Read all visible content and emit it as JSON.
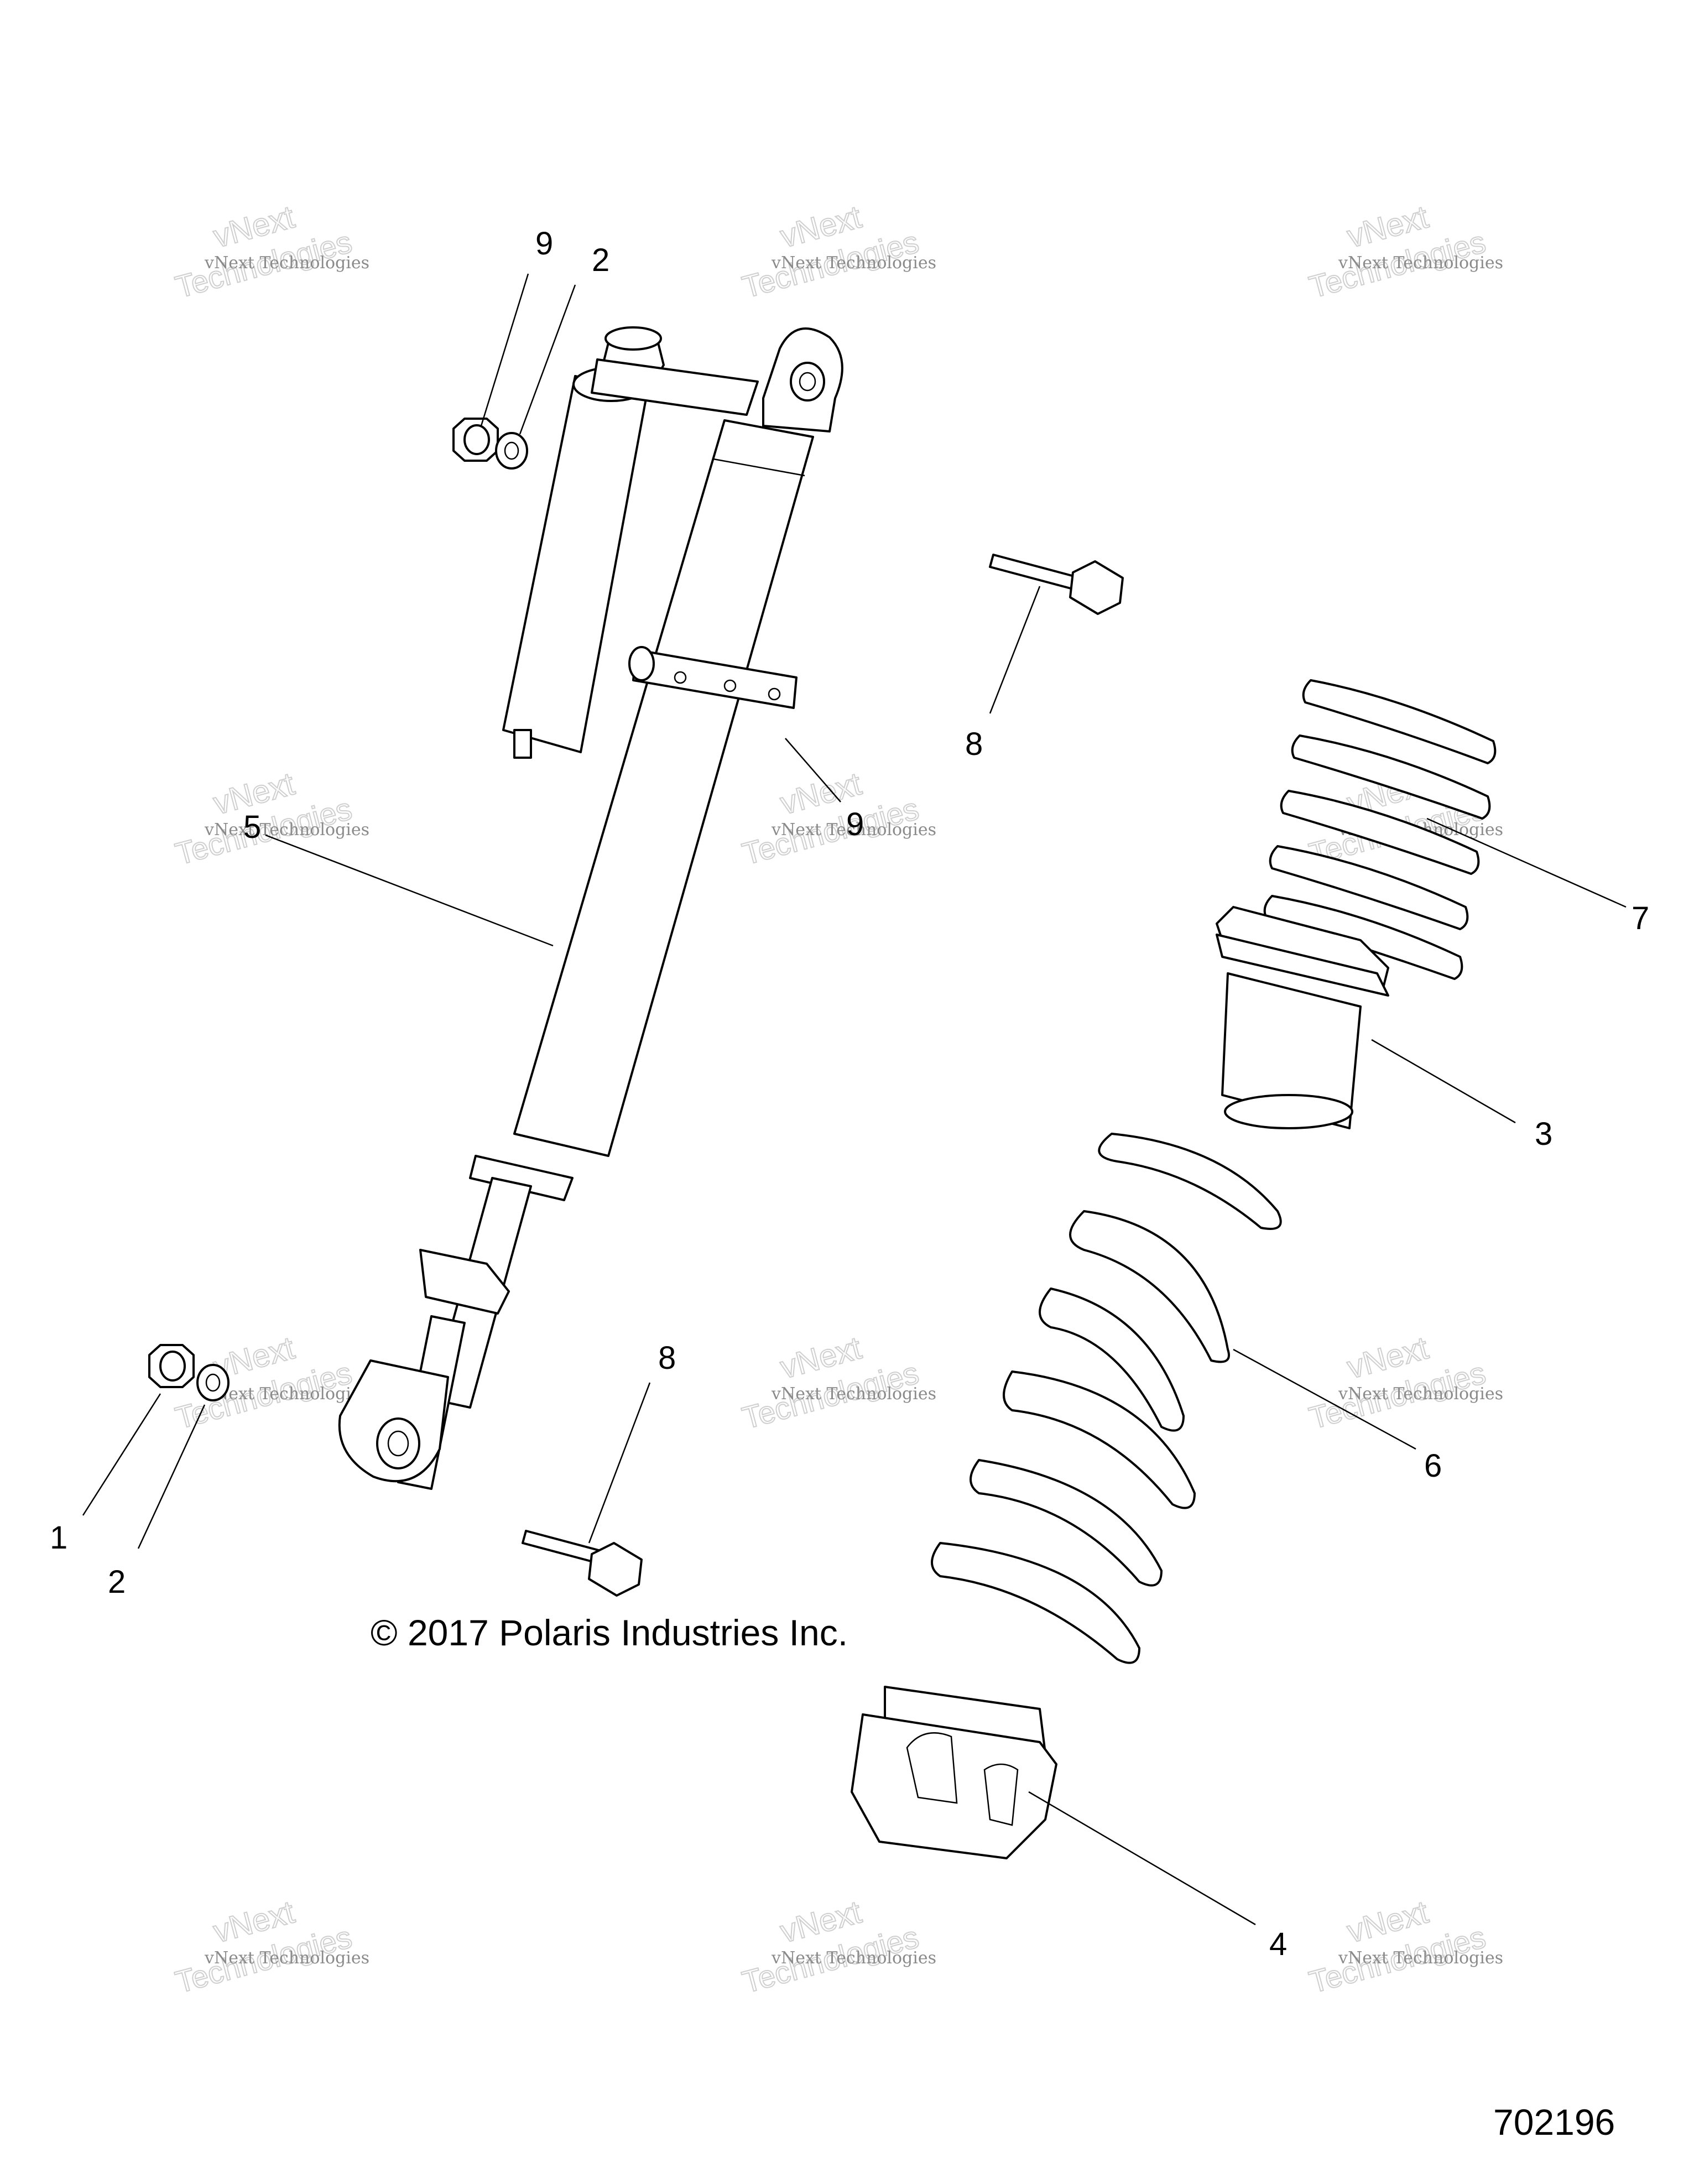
{
  "diagram": {
    "copyright": "© 2017 Polaris Industries Inc.",
    "document_number": "702196",
    "watermark": {
      "line1": "vNext Technologies",
      "line2": "vNext",
      "line3": "Technologies"
    },
    "callouts": [
      {
        "id": "c9a",
        "label": "9"
      },
      {
        "id": "c2a",
        "label": "2"
      },
      {
        "id": "c8a",
        "label": "8"
      },
      {
        "id": "c5",
        "label": "5"
      },
      {
        "id": "c9b",
        "label": "9"
      },
      {
        "id": "c7",
        "label": "7"
      },
      {
        "id": "c3",
        "label": "3"
      },
      {
        "id": "c8b",
        "label": "8"
      },
      {
        "id": "c6",
        "label": "6"
      },
      {
        "id": "c1",
        "label": "1"
      },
      {
        "id": "c2b",
        "label": "2"
      },
      {
        "id": "c4",
        "label": "4"
      }
    ],
    "parts": [
      {
        "name": "nut",
        "icon": "nut-icon"
      },
      {
        "name": "washer",
        "icon": "washer-icon"
      },
      {
        "name": "shock-absorber",
        "icon": "shock-absorber-icon"
      },
      {
        "name": "bolt",
        "icon": "bolt-icon"
      },
      {
        "name": "spring-coil",
        "icon": "spring-icon"
      },
      {
        "name": "crossover-spacer",
        "icon": "spacer-icon"
      },
      {
        "name": "spring-seat",
        "icon": "spring-seat-icon"
      }
    ]
  }
}
